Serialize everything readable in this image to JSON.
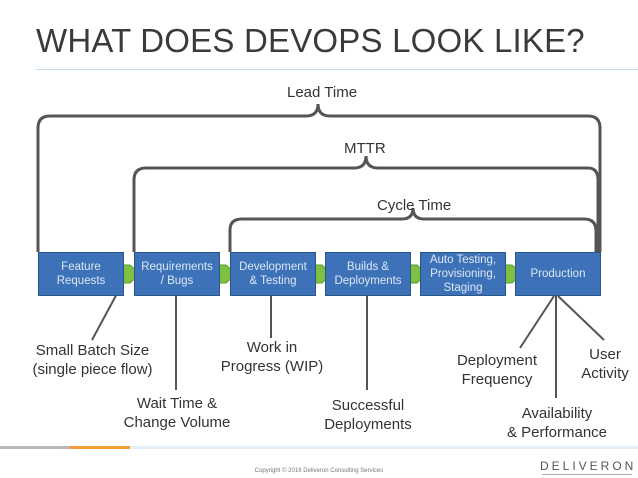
{
  "title": "WHAT DOES DEVOPS LOOK LIKE?",
  "braces": {
    "lead_time": "Lead Time",
    "mttr": "MTTR",
    "cycle_time": "Cycle Time"
  },
  "stages": [
    "Feature\nRequests",
    "Requirements\n/ Bugs",
    "Development\n& Testing",
    "Builds &\nDeployments",
    "Auto Testing,\nProvisioning,\nStaging",
    "Production"
  ],
  "metrics": {
    "small_batch": "Small Batch Size\n(single piece flow)",
    "wait_time": "Wait Time &\nChange Volume",
    "wip": "Work in\nProgress (WIP)",
    "successful": "Successful\nDeployments",
    "deploy_freq": "Deployment\nFrequency",
    "availability": "Availability\n& Performance",
    "user_activity": "User\nActivity"
  },
  "footer": {
    "copyright": "Copyright © 2016 Deliveron Consulting Services",
    "logo": "DELIVERON"
  },
  "colors": {
    "box": "#3d72b8",
    "arrow": "#7dc143",
    "brace": "#555555"
  }
}
